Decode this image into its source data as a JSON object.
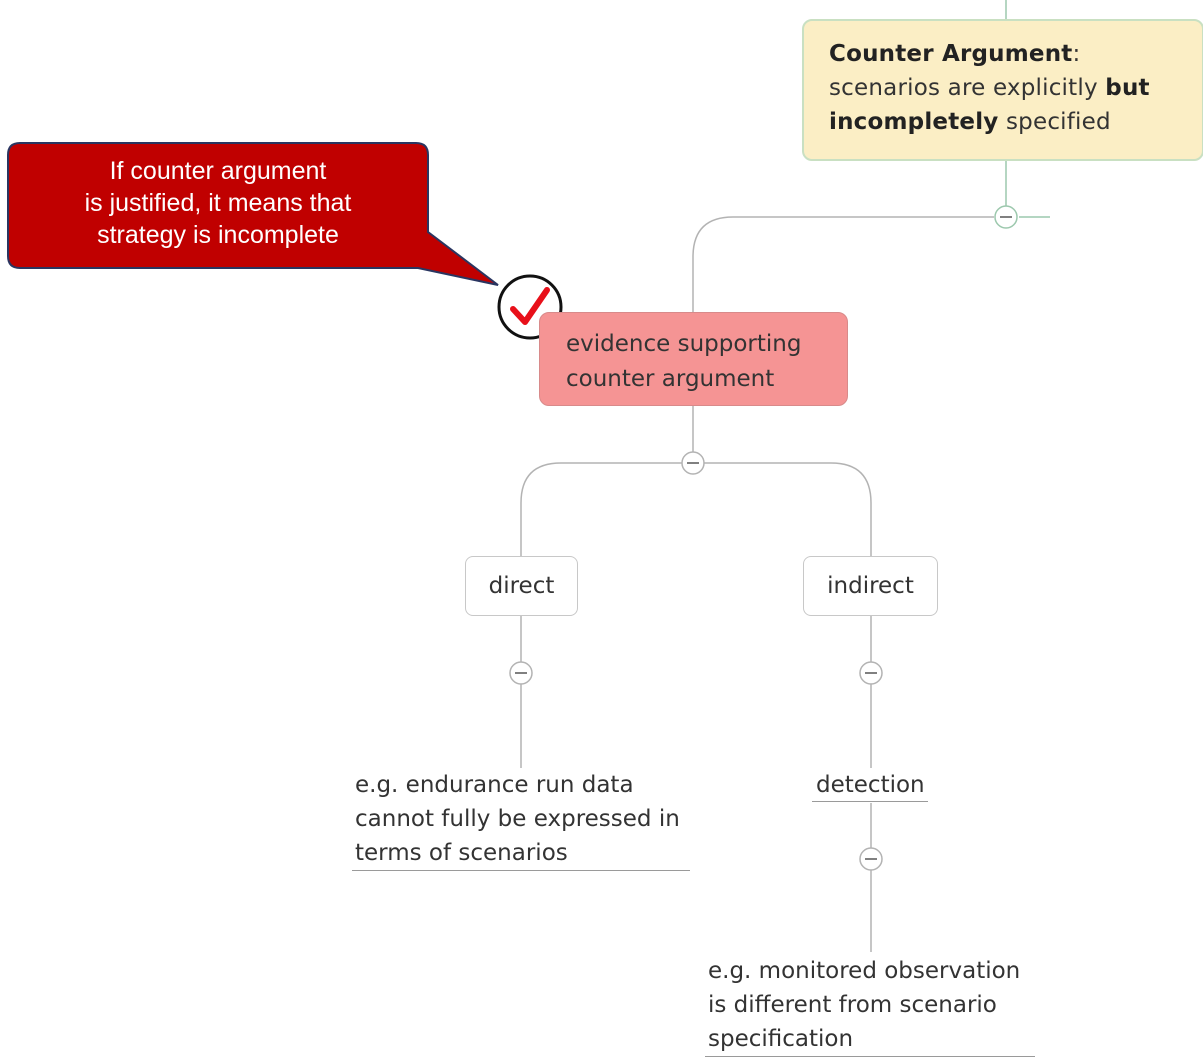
{
  "counter_argument": {
    "heading": "Counter Argument",
    "colon": ":",
    "line1": "scenarios are explicitly ",
    "bold1": "but",
    "bold2": "incompletely",
    "line2_rest": " specified"
  },
  "callout": {
    "line1": "If counter argument",
    "line2": "is justified, it means that",
    "line3": "strategy is incomplete"
  },
  "evidence": {
    "line1": "evidence supporting",
    "line2": "counter argument"
  },
  "direct": {
    "label": "direct"
  },
  "indirect": {
    "label": "indirect"
  },
  "direct_example": {
    "line1": "e.g. endurance run data",
    "line2": "cannot fully be expressed in",
    "line3": "terms of scenarios"
  },
  "detection": {
    "label": "detection"
  },
  "indirect_example": {
    "line1": "e.g. monitored observation",
    "line2": "is different from scenario",
    "line3": "specification"
  },
  "colors": {
    "counter_bg": "#fbeec5",
    "evidence_bg": "#f59494",
    "callout_bg": "#c00000",
    "check": "#e8101a",
    "connector": "#b3b3b3",
    "top_connector": "#9cc8ad"
  }
}
